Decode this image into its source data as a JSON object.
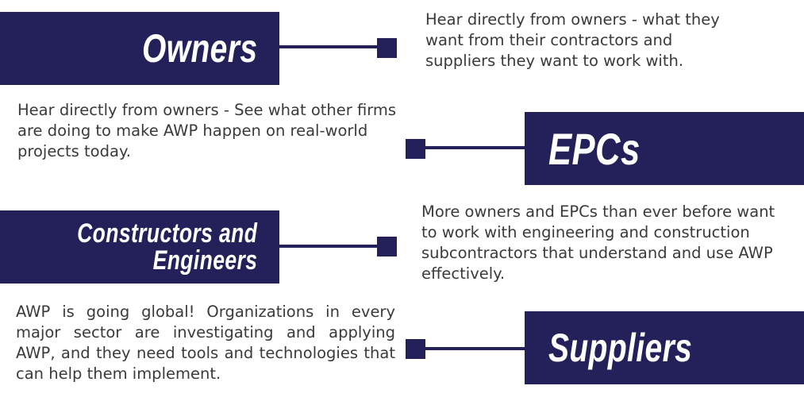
{
  "groups": [
    {
      "label": "Owners",
      "description": "Hear directly from owners - what they want from their contractors and suppliers they want to work with."
    },
    {
      "label": "EPCs",
      "description": "Hear directly from owners - See what other firms are doing to make AWP happen on real-world projects today."
    },
    {
      "label_line1": "Constructors and",
      "label_line2": "Engineers",
      "description": "More owners and EPCs than ever before want to work with engineering and construction subcontractors that understand and use AWP effectively."
    },
    {
      "label": "Suppliers",
      "description": "AWP is going global! Organizations in every major sector are investigating and applying AWP, and they need tools and technologies that can help them implement."
    }
  ],
  "colors": {
    "box": "#24215a",
    "text": "#3a3a3a"
  }
}
